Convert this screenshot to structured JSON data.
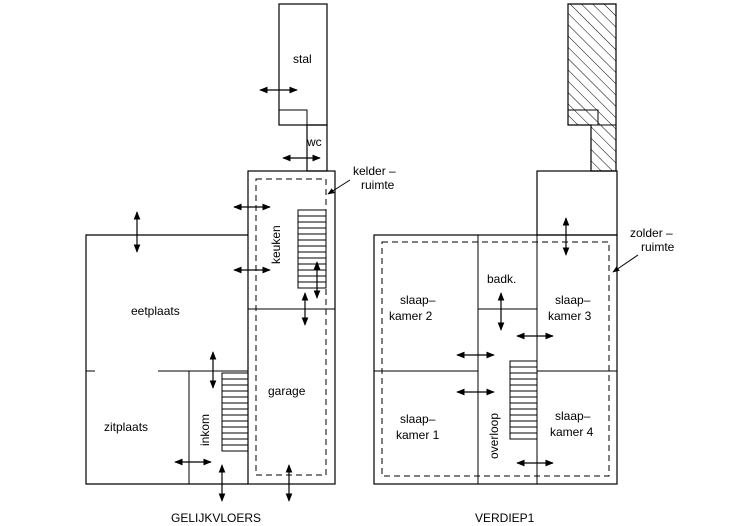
{
  "ground_floor": {
    "title": "GELIJKVLOERS",
    "rooms": {
      "stal": "stal",
      "wc": "wc",
      "kelder_line1": "kelder –",
      "kelder_line2": "ruimte",
      "keuken": "keuken",
      "eetplaats": "eetplaats",
      "garage": "garage",
      "inkom": "inkom",
      "zitplaats": "zitplaats"
    }
  },
  "first_floor": {
    "title": "VERDIEP1",
    "rooms": {
      "zolder_line1": "zolder –",
      "zolder_line2": "ruimte",
      "badk": "badk.",
      "slaapkamer2_line1": "slaap–",
      "slaapkamer2_line2": "kamer 2",
      "slaapkamer3_line1": "slaap–",
      "slaapkamer3_line2": "kamer 3",
      "slaapkamer1_line1": "slaap–",
      "slaapkamer1_line2": "kamer 1",
      "slaapkamer4_line1": "slaap–",
      "slaapkamer4_line2": "kamer 4",
      "overloop": "overloop"
    }
  }
}
